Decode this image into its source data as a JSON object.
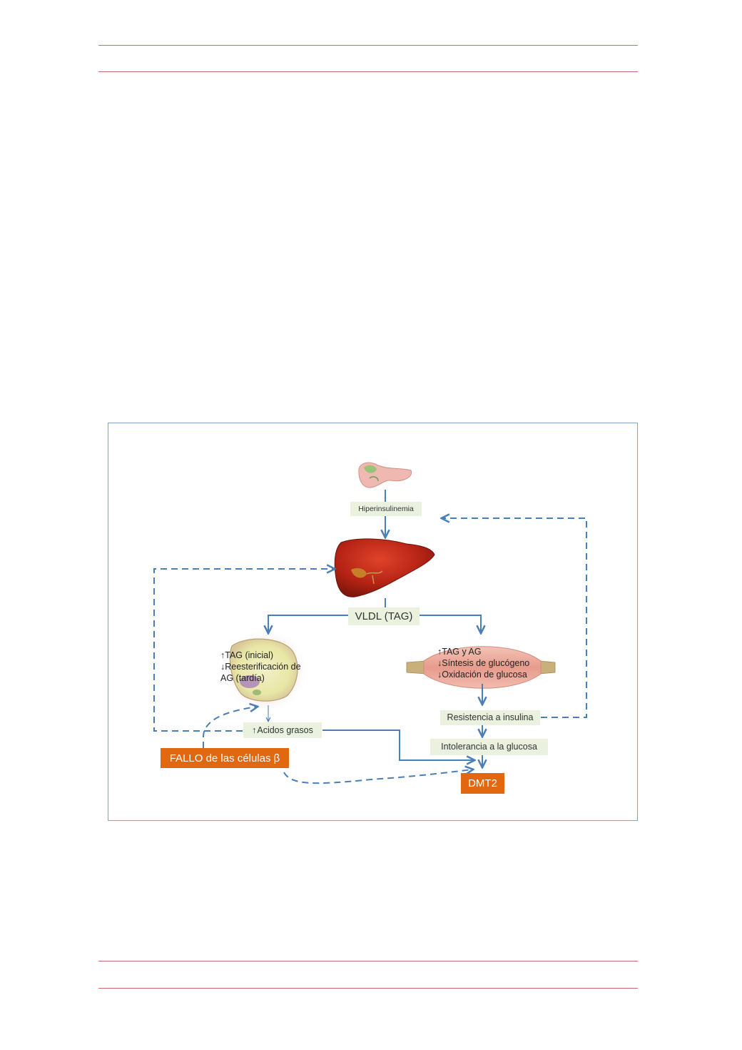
{
  "diagram": {
    "nodes": {
      "hiperinsulinemia": "Hiperinsulinemia",
      "vldl": "VLDL (TAG)",
      "acidos_grasos": "Acidos grasos",
      "resistencia": "Resistencia a insulina",
      "intolerancia": "Intolerancia a la glucosa",
      "fallo": "FALLO de las células β",
      "dmt2": "DMT2"
    },
    "adipocyte_notes": {
      "line1": "TAG (inicial)",
      "line2": "Reesterificación de",
      "line3": "AG (tardía)"
    },
    "muscle_notes": {
      "line1": "TAG y AG",
      "line2": "Síntesis de glucógeno",
      "line3": "Oxidación de glucosa"
    },
    "icons": [
      "pancreas-icon",
      "liver-icon",
      "adipocyte-icon",
      "muscle-icon",
      "arrow-up-icon",
      "arrow-down-icon"
    ],
    "colors": {
      "arrow": "#4a7eb8",
      "label_bg": "#eaf1df",
      "highlight": "#e26711",
      "rule": "#d06a6a"
    }
  }
}
